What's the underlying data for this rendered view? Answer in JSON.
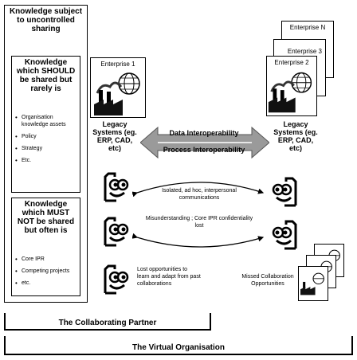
{
  "left_panel": {
    "title": "Knowledge subject to uncontrolled sharing",
    "should_box": {
      "title": "Knowledge which SHOULD be shared but rarely is",
      "items": [
        "Organisation knowledge assets",
        "Policy",
        "Strategy",
        "Etc."
      ]
    },
    "mustnot_box": {
      "title": "Knowledge which MUST NOT be shared but often is",
      "items": [
        "Core IPR",
        "Competing projects",
        "etc."
      ]
    }
  },
  "enterprise1": {
    "name": "Enterprise 1",
    "legacy": "Legacy Systems (eg. ERP, CAD, etc)"
  },
  "enterprise_stack": {
    "names": [
      "Enterprise N",
      "Enterprise 3",
      "Enterprise 2"
    ],
    "legacy": "Legacy Systems (eg. ERP, CAD, etc)"
  },
  "interop": {
    "data": "Data Interoperability",
    "process": "Process Interoperability"
  },
  "communications": [
    "Isolated, ad hoc, interpersonal communications",
    "Misunderstanding ; Core IPR confidentiality lost"
  ],
  "lost_opportunities": "Lost opportunities to learn and adapt from past collaborations",
  "missed_opportunities": "Missed Collaboration Opportunities",
  "brackets": {
    "partner": "The Collaborating Partner",
    "virtual": "The Virtual Organisation"
  }
}
